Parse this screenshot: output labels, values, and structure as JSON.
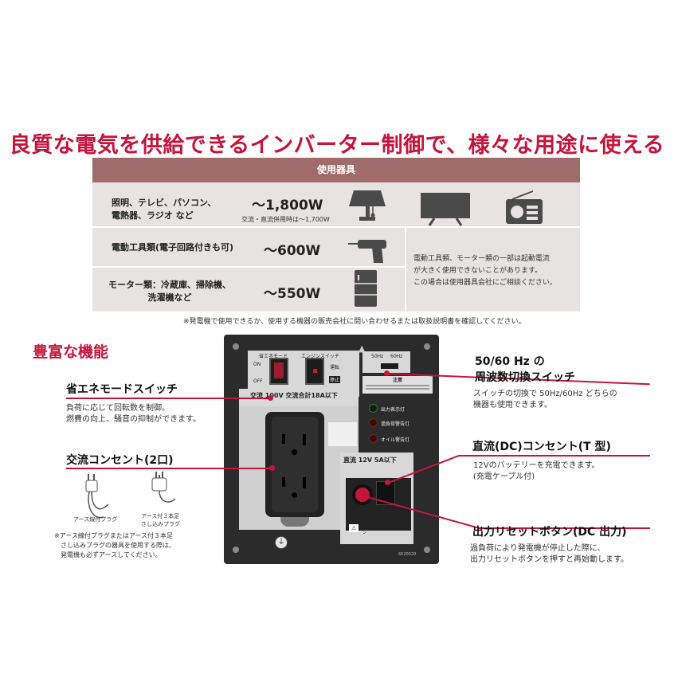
{
  "headline": "良質な電気を供給できるインバーター制御で、様々な用途に使える",
  "table": {
    "header": "使用器具",
    "rows": [
      {
        "category_lines": [
          "照明、テレビ、パソコン、",
          "電熱器、ラジオ など"
        ],
        "watt": "～1,800W",
        "sub": "交流・直流併用時は～1,700W",
        "icons": [
          "lamp-icon",
          "tv-icon",
          "radio-icon"
        ]
      },
      {
        "category_lines": [
          "電動工具類(電子回路付きも可)"
        ],
        "watt": "～600W",
        "icons": [
          "drill-icon"
        ]
      },
      {
        "category_lines": [
          "モーター類：冷蔵庫、掃除機、",
          "洗濯機など"
        ],
        "watt": "～550W",
        "icons": [
          "fridge-icon"
        ]
      }
    ],
    "side_note": [
      "電動工具類、モーター類の一部は起動電流",
      "が大きく使用できないことがあります。",
      "この場合は使用器具会社にご相談ください。"
    ],
    "footnote": "※発電機で使用できるか、使用する機器の販売会社に問い合わせるまたは取扱説明書を確認してください。"
  },
  "features_title": "豊富な機能",
  "features": {
    "eco": {
      "title": "省エネモードスイッチ",
      "desc": [
        "負荷に応じて回転数を制御。",
        "燃費の向上、騒音の抑制ができます。"
      ]
    },
    "ac": {
      "title": "交流コンセント(2口)",
      "plug_labels": {
        "plug1": "アース線付プラグ",
        "plug2_line1": "アース付３本足",
        "plug2_line2": "さし込みプラグ"
      },
      "note": [
        "※アース線付プラグまたはアース付３本足",
        "さし込みプラグの器具を使用する際は、",
        "発電機も必ずアースしてください。"
      ]
    },
    "freq": {
      "title_line1": "50/60 Hz の",
      "title_line2": "周波数切換スイッチ",
      "desc": [
        "スイッチの切換で 50Hz/60Hz どちらの",
        "機器も使用できます。"
      ]
    },
    "dc": {
      "title": "直流(DC)コンセント(T 型)",
      "desc": [
        "12Vのバッテリーを充電できます。",
        "(充電ケーブル付)"
      ]
    },
    "reset": {
      "title": "出力リセットボタン(DC 出力)",
      "desc": [
        "過負荷により発電機が停止した際に、",
        "出力リセットボタンを押すと再始動します。"
      ]
    }
  },
  "panel": {
    "eco_label": "省エネモード",
    "engine_label": "エンジンスイッチ",
    "on": "ON",
    "off": "OFF",
    "run": "運転",
    "stop": "停止",
    "hz50": "50Hz",
    "hz60": "60Hz",
    "caution": "注意",
    "ac_label": "交流 100V 交流合計18A以下",
    "lamp_output": "出力表示灯",
    "lamp_overload": "過負荷警告灯",
    "lamp_oil": "オイル警告灯",
    "dc_label": "直流 12V 5A以下",
    "reset_label": "直流リセットボタン",
    "serial": "6520520"
  },
  "colors": {
    "accent": "#c6143c",
    "table_header": "#a06b6b",
    "table_bg": "#e8e3e3",
    "panel": "#2b2b2b"
  }
}
